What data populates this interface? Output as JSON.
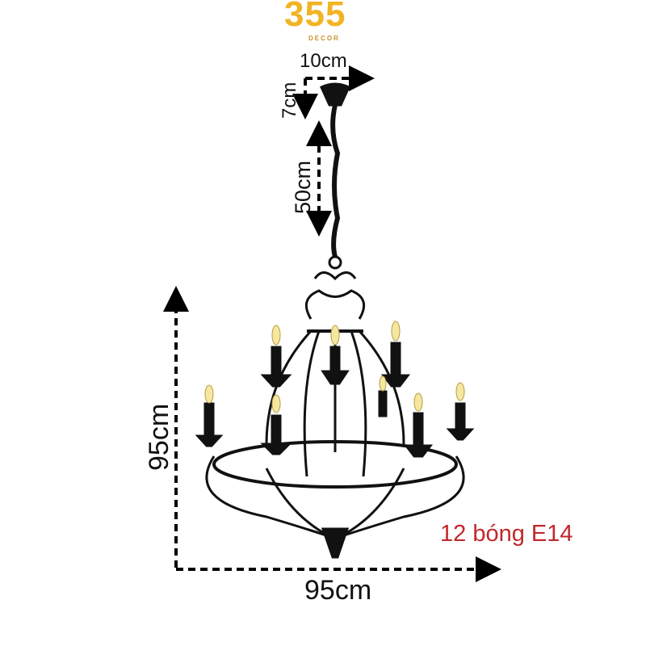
{
  "logo": {
    "number": "355",
    "subtitle": "DECOR",
    "color": "#f2b324"
  },
  "dimensions": {
    "canopy_width": "10cm",
    "canopy_height": "7cm",
    "chain_length": "50cm",
    "body_height": "95cm",
    "body_width": "95cm"
  },
  "spec": {
    "bulbs": "12 bóng E14",
    "color": "#c0282d"
  }
}
